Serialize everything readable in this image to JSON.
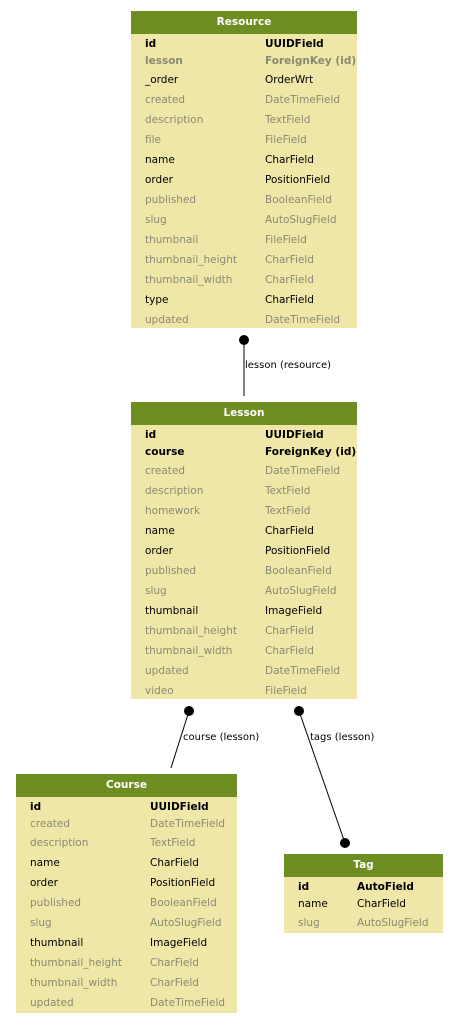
{
  "models": {
    "resource": {
      "title": "Resource",
      "fields": [
        {
          "name": "id",
          "type": "UUIDField",
          "style": "b"
        },
        {
          "name": "lesson",
          "type": "ForeignKey (id)",
          "style": "bg"
        },
        {
          "name": "_order",
          "type": "OrderWrt",
          "style": "n"
        },
        {
          "name": "created",
          "type": "DateTimeField",
          "style": "g"
        },
        {
          "name": "description",
          "type": "TextField",
          "style": "g"
        },
        {
          "name": "file",
          "type": "FileField",
          "style": "g"
        },
        {
          "name": "name",
          "type": "CharField",
          "style": "n"
        },
        {
          "name": "order",
          "type": "PositionField",
          "style": "n"
        },
        {
          "name": "published",
          "type": "BooleanField",
          "style": "g"
        },
        {
          "name": "slug",
          "type": "AutoSlugField",
          "style": "g"
        },
        {
          "name": "thumbnail",
          "type": "FileField",
          "style": "g"
        },
        {
          "name": "thumbnail_height",
          "type": "CharField",
          "style": "g"
        },
        {
          "name": "thumbnail_width",
          "type": "CharField",
          "style": "g"
        },
        {
          "name": "type",
          "type": "CharField",
          "style": "n"
        },
        {
          "name": "updated",
          "type": "DateTimeField",
          "style": "g"
        }
      ]
    },
    "lesson": {
      "title": "Lesson",
      "fields": [
        {
          "name": "id",
          "type": "UUIDField",
          "style": "b"
        },
        {
          "name": "course",
          "type": "ForeignKey (id)",
          "style": "b"
        },
        {
          "name": "created",
          "type": "DateTimeField",
          "style": "g"
        },
        {
          "name": "description",
          "type": "TextField",
          "style": "g"
        },
        {
          "name": "homework",
          "type": "TextField",
          "style": "g"
        },
        {
          "name": "name",
          "type": "CharField",
          "style": "n"
        },
        {
          "name": "order",
          "type": "PositionField",
          "style": "n"
        },
        {
          "name": "published",
          "type": "BooleanField",
          "style": "g"
        },
        {
          "name": "slug",
          "type": "AutoSlugField",
          "style": "g"
        },
        {
          "name": "thumbnail",
          "type": "ImageField",
          "style": "n"
        },
        {
          "name": "thumbnail_height",
          "type": "CharField",
          "style": "g"
        },
        {
          "name": "thumbnail_width",
          "type": "CharField",
          "style": "g"
        },
        {
          "name": "updated",
          "type": "DateTimeField",
          "style": "g"
        },
        {
          "name": "video",
          "type": "FileField",
          "style": "g"
        }
      ]
    },
    "course": {
      "title": "Course",
      "fields": [
        {
          "name": "id",
          "type": "UUIDField",
          "style": "b"
        },
        {
          "name": "created",
          "type": "DateTimeField",
          "style": "g"
        },
        {
          "name": "description",
          "type": "TextField",
          "style": "g"
        },
        {
          "name": "name",
          "type": "CharField",
          "style": "n"
        },
        {
          "name": "order",
          "type": "PositionField",
          "style": "n"
        },
        {
          "name": "published",
          "type": "BooleanField",
          "style": "g"
        },
        {
          "name": "slug",
          "type": "AutoSlugField",
          "style": "g"
        },
        {
          "name": "thumbnail",
          "type": "ImageField",
          "style": "n"
        },
        {
          "name": "thumbnail_height",
          "type": "CharField",
          "style": "g"
        },
        {
          "name": "thumbnail_width",
          "type": "CharField",
          "style": "g"
        },
        {
          "name": "updated",
          "type": "DateTimeField",
          "style": "g"
        }
      ]
    },
    "tag": {
      "title": "Tag",
      "fields": [
        {
          "name": "id",
          "type": "AutoField",
          "style": "b"
        },
        {
          "name": "name",
          "type": "CharField",
          "style": "n"
        },
        {
          "name": "slug",
          "type": "AutoSlugField",
          "style": "g"
        }
      ]
    }
  },
  "relations": {
    "resource_lesson": "lesson (resource)",
    "lesson_course": "course (lesson)",
    "lesson_tag": "tags (lesson)"
  },
  "colors": {
    "header": "#6f8e22",
    "body": "#efe7a8",
    "muted_text": "#8a8a72"
  }
}
